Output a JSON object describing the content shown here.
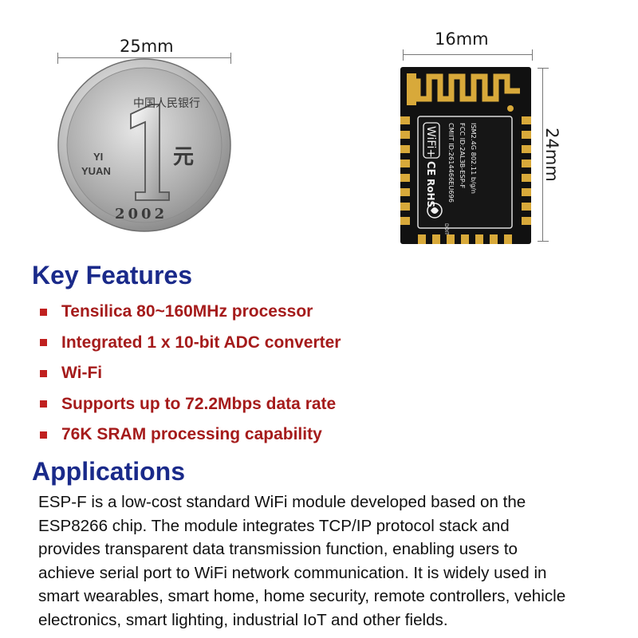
{
  "dimensions": {
    "coin_width": "25mm",
    "module_width": "16mm",
    "module_height": "24mm"
  },
  "coin": {
    "denomination": "1",
    "unit_cn": "元",
    "pinyin_line1": "YI",
    "pinyin_line2": "YUAN",
    "year": "2002",
    "rim_text": "中国人民银行"
  },
  "module": {
    "brand_badge": "WiFi+",
    "ce_mark": "CE",
    "rohs": "RoHS",
    "logo_text": "DOIT",
    "label_lines": [
      "CMIIT ID:2614466EU696",
      "FCC ID:2AL3B-ESP-F",
      "ISM2.4G    802.11 b/g/n"
    ]
  },
  "key_features": {
    "title": "Key Features",
    "items": [
      "Tensilica 80~160MHz processor",
      "Integrated 1 x 10-bit ADC converter",
      "Wi-Fi",
      "Supports up to 72.2Mbps data rate",
      "76K SRAM processing capability"
    ]
  },
  "applications": {
    "title": "Applications",
    "lines": [
      "ESP-F is a low-cost standard WiFi module developed based on the",
      "ESP8266 chip. The module integrates TCP/IP protocol stack and",
      "provides transparent data transmission function, enabling users to",
      "achieve serial port to WiFi network communication. It is widely used in",
      "smart wearables, smart home, home security, remote controllers, vehicle",
      "electronics, smart lighting, industrial IoT and other fields."
    ]
  },
  "colors": {
    "title_blue": "#1a2a8a",
    "feature_red": "#a51b1b",
    "bullet_red": "#c0201f",
    "pcb_black": "#111111",
    "pad_gold": "#d8a93a"
  }
}
